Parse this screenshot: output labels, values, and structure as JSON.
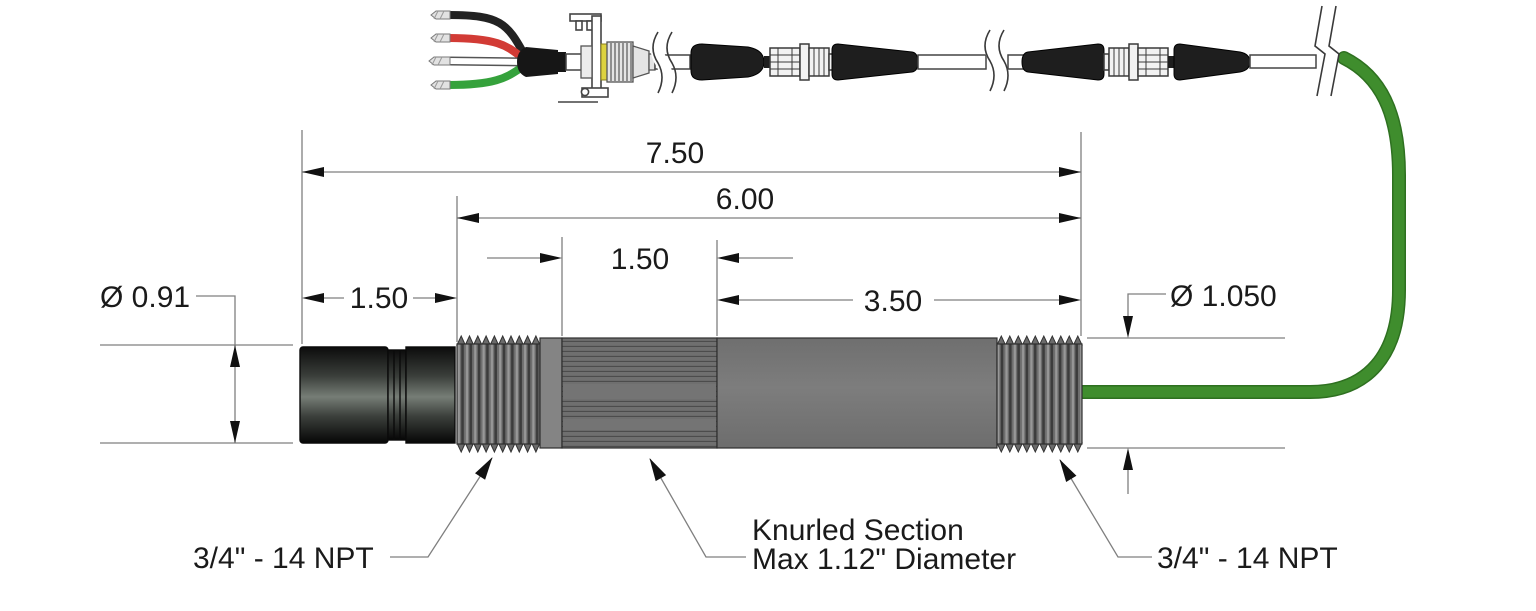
{
  "figure": {
    "type": "technical-drawing",
    "dimensions": {
      "overall_length": "7.50",
      "thread_to_end_length": "6.00",
      "knurl_length": "1.50",
      "cap_length": "1.50",
      "smooth_body_length": "3.50",
      "cap_diameter": "Ø 0.91",
      "body_diameter": "Ø 1.050"
    },
    "labels": {
      "front_thread": "3/4\" - 14 NPT",
      "knurl_title": "Knurled Section",
      "knurl_subtitle": "Max 1.12\" Diameter",
      "rear_thread": "3/4\" - 14 NPT"
    },
    "colors": {
      "body_gray": "#7a7a7a",
      "collar_gray": "#848484",
      "cable_green": "#3f8d2d",
      "cable_green_dark": "#2e7020",
      "wire_black": "#222222",
      "wire_red": "#d23b35",
      "wire_green": "#35a23c",
      "gland_yellow": "#ddd23f",
      "ink": "#1a1a1a",
      "dim_line": "#7f7f7f"
    }
  }
}
